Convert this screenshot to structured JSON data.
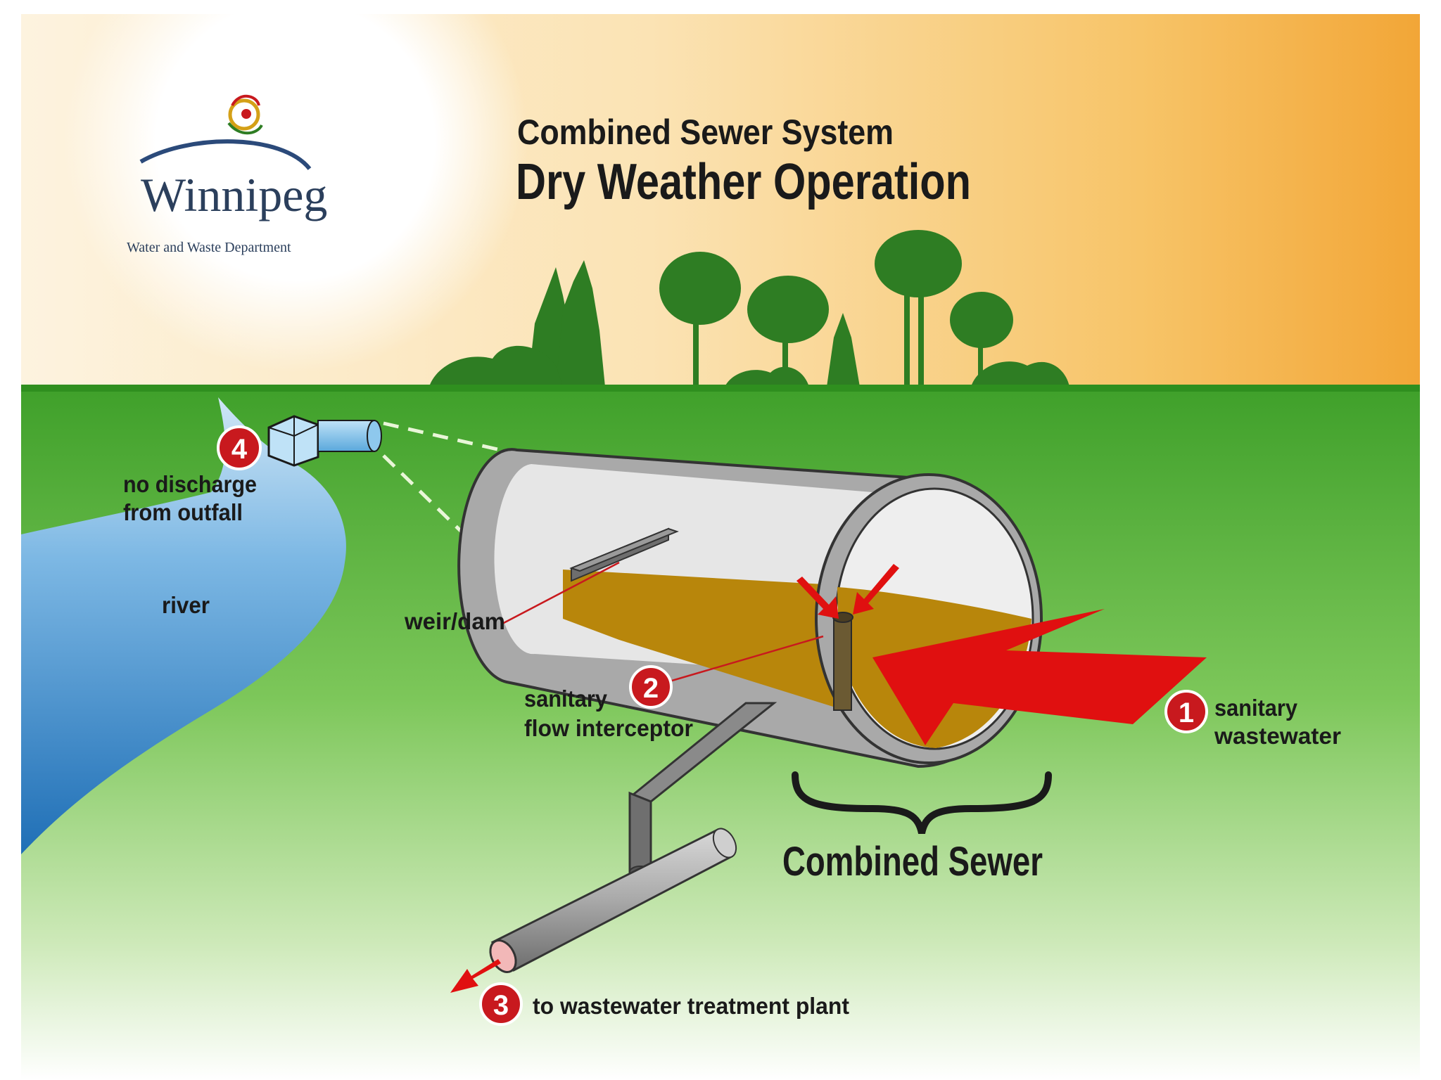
{
  "logo": {
    "name": "Winnipeg",
    "department": "Water and Waste Department"
  },
  "title": {
    "line1": "Combined Sewer System",
    "line2": "Dry Weather Operation"
  },
  "labels": {
    "outfall": [
      "no discharge",
      "from outfall"
    ],
    "river": "river",
    "weir": "weir/dam",
    "interceptor": [
      "sanitary",
      "flow interceptor"
    ],
    "wastewater": [
      "sanitary",
      "wastewater"
    ],
    "combined_sewer": "Combined Sewer",
    "treatment": "to wastewater treatment plant"
  },
  "badges": {
    "one": "1",
    "two": "2",
    "three": "3",
    "four": "4"
  },
  "colors": {
    "badge_red": "#c8191e",
    "flow_red": "#e01010",
    "sky_orange": "#f2a637",
    "grass_green": "#4caf2a",
    "river_blue": "#3d8fd0",
    "wastewater_brown": "#b8860b",
    "pipe_grey": "#a9a9a9",
    "tree_green": "#2e7d23"
  }
}
